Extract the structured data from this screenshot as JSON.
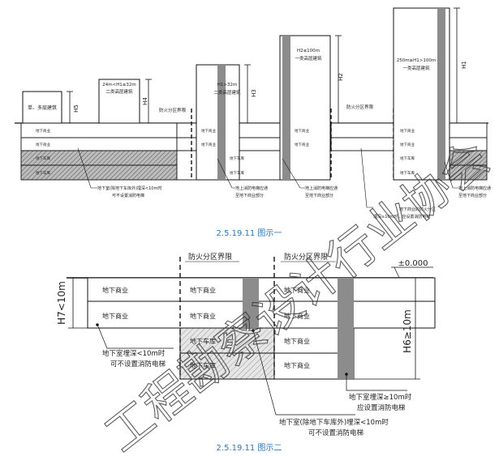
{
  "figure1": {
    "caption": "2.5.19.11 图示一",
    "buildings": [
      "单、多层建筑",
      "24m<H1≤32m",
      "二类高层建筑",
      "H1>32m",
      "二类高层建筑",
      "H2≤100m",
      "一类高层建筑",
      "250m≥H1>100m",
      "一类高层建筑"
    ],
    "heights": [
      "H5",
      "H4",
      "H3",
      "H2",
      "H1"
    ],
    "fire_zone_boundary": "防火分区界限",
    "floors": {
      "commerce": "地下商业",
      "garage": "地下车库"
    },
    "notes": {
      "n1_line1": "地下室(除地下车库外)埋深<10m时",
      "n1_line2": "可不设置消防电梯",
      "n2_line1": "地上消防电梯应通",
      "n2_line2": "至地下商业部分",
      "n3_line1": "地上消防电梯应通",
      "n3_line2": "至地下商业部分",
      "n4_line1": "地上消防电梯应通",
      "n4_line2": "至地下商业部分",
      "n5_line1": "地下商业的防火分区",
      "n5_line2": "埋深≥10m时，应设置消防电梯"
    }
  },
  "figure2": {
    "caption": "2.5.19.11 图示二",
    "zero_level": "±0.000",
    "fire_zone_boundary": "防火分区界限",
    "h7": "H7<10m",
    "h6": "H6≥10m",
    "floors": {
      "commerce": "地下商业",
      "garage": "地下车库"
    },
    "notes": {
      "left_line1": "地下室埋深<10m时",
      "left_line2": "可不设置消防电梯",
      "right_line1": "地下室埋深≥10m时",
      "right_line2": "应设置消防电梯",
      "bottom_line1": "地下室(除地下车库外)埋深<10m时",
      "bottom_line2": "可不设置消防电梯"
    }
  },
  "watermark": "工程勘察设计行业协会"
}
